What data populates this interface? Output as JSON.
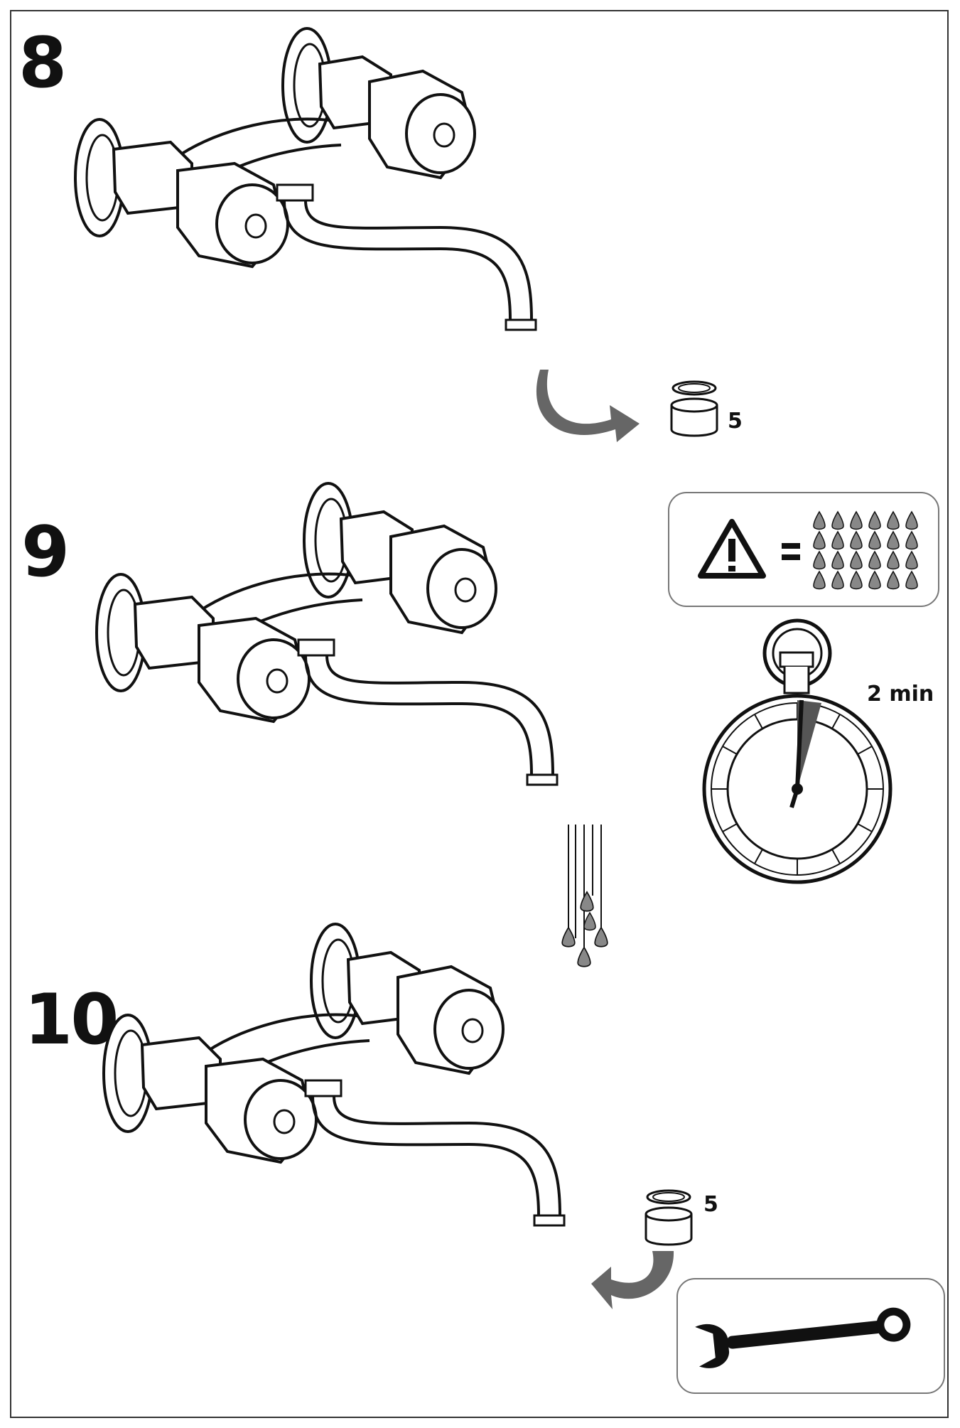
{
  "steps": [
    {
      "number": "8",
      "part_label": "5"
    },
    {
      "number": "9",
      "duration": "2 min"
    },
    {
      "number": "10",
      "part_label": "5"
    }
  ],
  "icons": {
    "warning": "warning-triangle-icon",
    "equals": "equals-sign",
    "drops": "water-drops-grid-icon",
    "stopwatch": "stopwatch-icon",
    "wrench": "wrench-icon"
  },
  "colors": {
    "line": "#111111",
    "arrow": "#666666",
    "box_border": "#777777"
  }
}
